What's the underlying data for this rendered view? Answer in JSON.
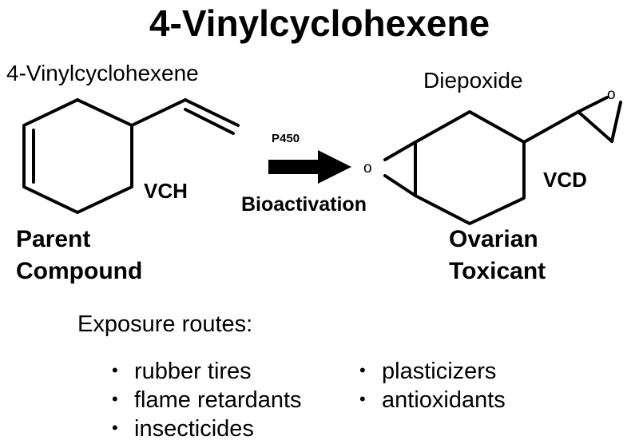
{
  "title": "4-Vinylcyclohexene",
  "parent": {
    "name": "4-Vinylcyclohexene",
    "abbrev": "VCH",
    "label_line1": "Parent",
    "label_line2": "Compound"
  },
  "reaction": {
    "enzyme": "P450",
    "process": "Bioactivation"
  },
  "product": {
    "name": "Diepoxide",
    "abbrev": "VCD",
    "label_line1": "Ovarian",
    "label_line2": "Toxicant",
    "epoxide_atom_1": "o",
    "epoxide_atom_2": "o"
  },
  "exposure": {
    "heading": "Exposure routes:",
    "bullet_char": "•",
    "routes": [
      "rubber tires",
      "flame retardants",
      "insecticides",
      "plasticizers",
      "antioxidants"
    ]
  }
}
